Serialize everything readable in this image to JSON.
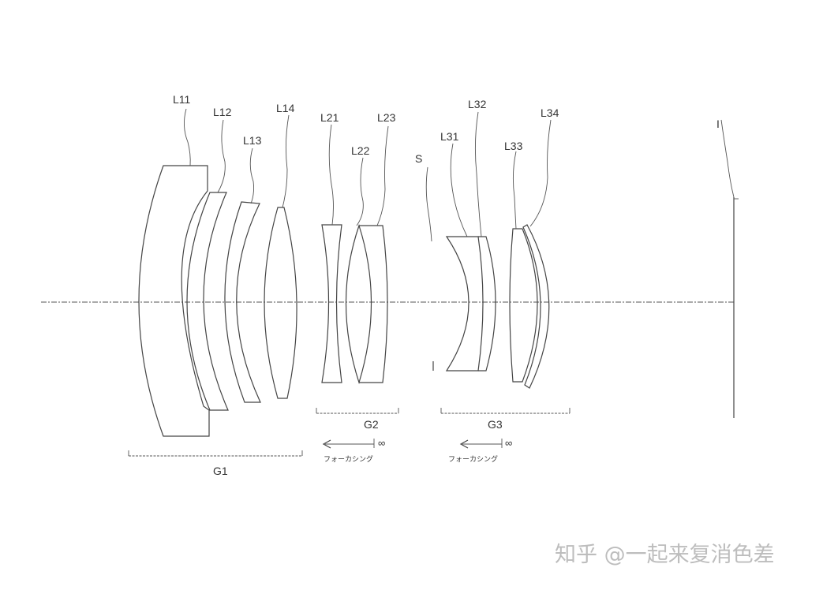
{
  "labels": {
    "L11": "L11",
    "L12": "L12",
    "L13": "L13",
    "L14": "L14",
    "L21": "L21",
    "L22": "L22",
    "L23": "L23",
    "S": "S",
    "L31": "L31",
    "L32": "L32",
    "L33": "L33",
    "L34": "L34",
    "I": "I"
  },
  "groups": {
    "G1": "G1",
    "G2": "G2",
    "G3": "G3"
  },
  "focus": {
    "g2_text": "フォーカシング",
    "g3_text": "フォーカシング",
    "infinity": "∞"
  },
  "watermark": "知乎 @一起来复消色差"
}
